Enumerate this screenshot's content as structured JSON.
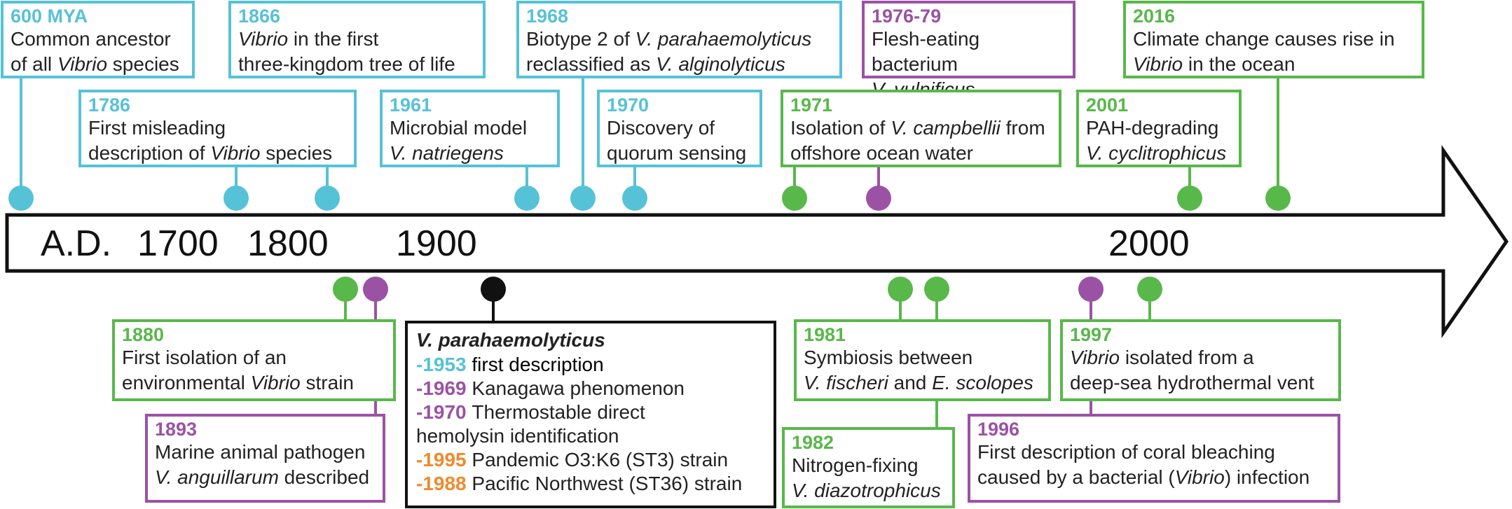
{
  "colors": {
    "cyan": "#56c2d7",
    "green": "#58b84a",
    "purple": "#9b52a5",
    "orange": "#f08a2c",
    "black": "#111111"
  },
  "axis_labels": [
    "A.D.",
    "1700",
    "1800",
    "1900",
    "2000"
  ],
  "events": [
    {
      "id": "600mya",
      "year": "600 MYA",
      "lines": [
        "Common ancestor",
        "of all |Vibrio| species"
      ],
      "color": "cyan"
    },
    {
      "id": "1866",
      "year": "1866",
      "lines": [
        "|Vibrio| in the first",
        "three-kingdom tree of life"
      ],
      "color": "cyan"
    },
    {
      "id": "1968",
      "year": "1968",
      "lines": [
        "Biotype 2 of |V. parahaemolyticus|",
        "reclassified as |V. alginolyticus|"
      ],
      "color": "cyan"
    },
    {
      "id": "1976",
      "year": "1976-79",
      "lines": [
        "Flesh-eating bacterium",
        "|V. vulnificus|"
      ],
      "color": "purple"
    },
    {
      "id": "2016",
      "year": "2016",
      "lines": [
        "Climate change causes rise in",
        "|Vibrio| in the ocean"
      ],
      "color": "green"
    },
    {
      "id": "1786",
      "year": "1786",
      "lines": [
        "First misleading",
        "description of |Vibrio| species"
      ],
      "color": "cyan"
    },
    {
      "id": "1961",
      "year": "1961",
      "lines": [
        "Microbial model",
        "|V. natriegens|"
      ],
      "color": "cyan"
    },
    {
      "id": "1970",
      "year": "1970",
      "lines": [
        "Discovery of",
        "quorum sensing"
      ],
      "color": "cyan"
    },
    {
      "id": "1971",
      "year": "1971",
      "lines": [
        "Isolation of |V. campbellii| from",
        "offshore ocean water"
      ],
      "color": "green"
    },
    {
      "id": "2001",
      "year": "2001",
      "lines": [
        "PAH-degrading",
        "|V. cyclitrophicus|"
      ],
      "color": "green"
    },
    {
      "id": "1880",
      "year": "1880",
      "lines": [
        "First isolation of an",
        "environmental |Vibrio| strain"
      ],
      "color": "green"
    },
    {
      "id": "1893",
      "year": "1893",
      "lines": [
        "Marine animal pathogen",
        "|V. anguillarum| described"
      ],
      "color": "purple"
    },
    {
      "id": "1981",
      "year": "1981",
      "lines": [
        "Symbiosis between",
        "|V. fischeri| and |E. scolopes|"
      ],
      "color": "green"
    },
    {
      "id": "1982",
      "year": "1982",
      "lines": [
        "Nitrogen-fixing",
        "|V. diazotrophicus|"
      ],
      "color": "green"
    },
    {
      "id": "1997",
      "year": "1997",
      "lines": [
        "|Vibrio| isolated from a",
        "deep-sea hydrothermal vent"
      ],
      "color": "green"
    },
    {
      "id": "1996",
      "year": "1996",
      "lines": [
        "First description of coral bleaching",
        "caused by a bacterial (|Vibrio|) infection"
      ],
      "color": "purple"
    }
  ],
  "vp_box": {
    "title": "V. parahaemolyticus",
    "rows": [
      {
        "year": "-1953",
        "desc": "first description",
        "color": "cyan"
      },
      {
        "year": "-1969",
        "desc": "Kanagawa phenomenon",
        "color": "purple"
      },
      {
        "year": "-1970",
        "desc": "Thermostable direct",
        "color": "purple"
      },
      {
        "year": "",
        "desc": "hemolysin identification",
        "color": "purple"
      },
      {
        "year": "-1995",
        "desc": "Pandemic O3:K6 (ST3) strain",
        "color": "orange"
      },
      {
        "year": "-1988",
        "desc": "Pacific Northwest (ST36) strain",
        "color": "orange"
      }
    ]
  }
}
